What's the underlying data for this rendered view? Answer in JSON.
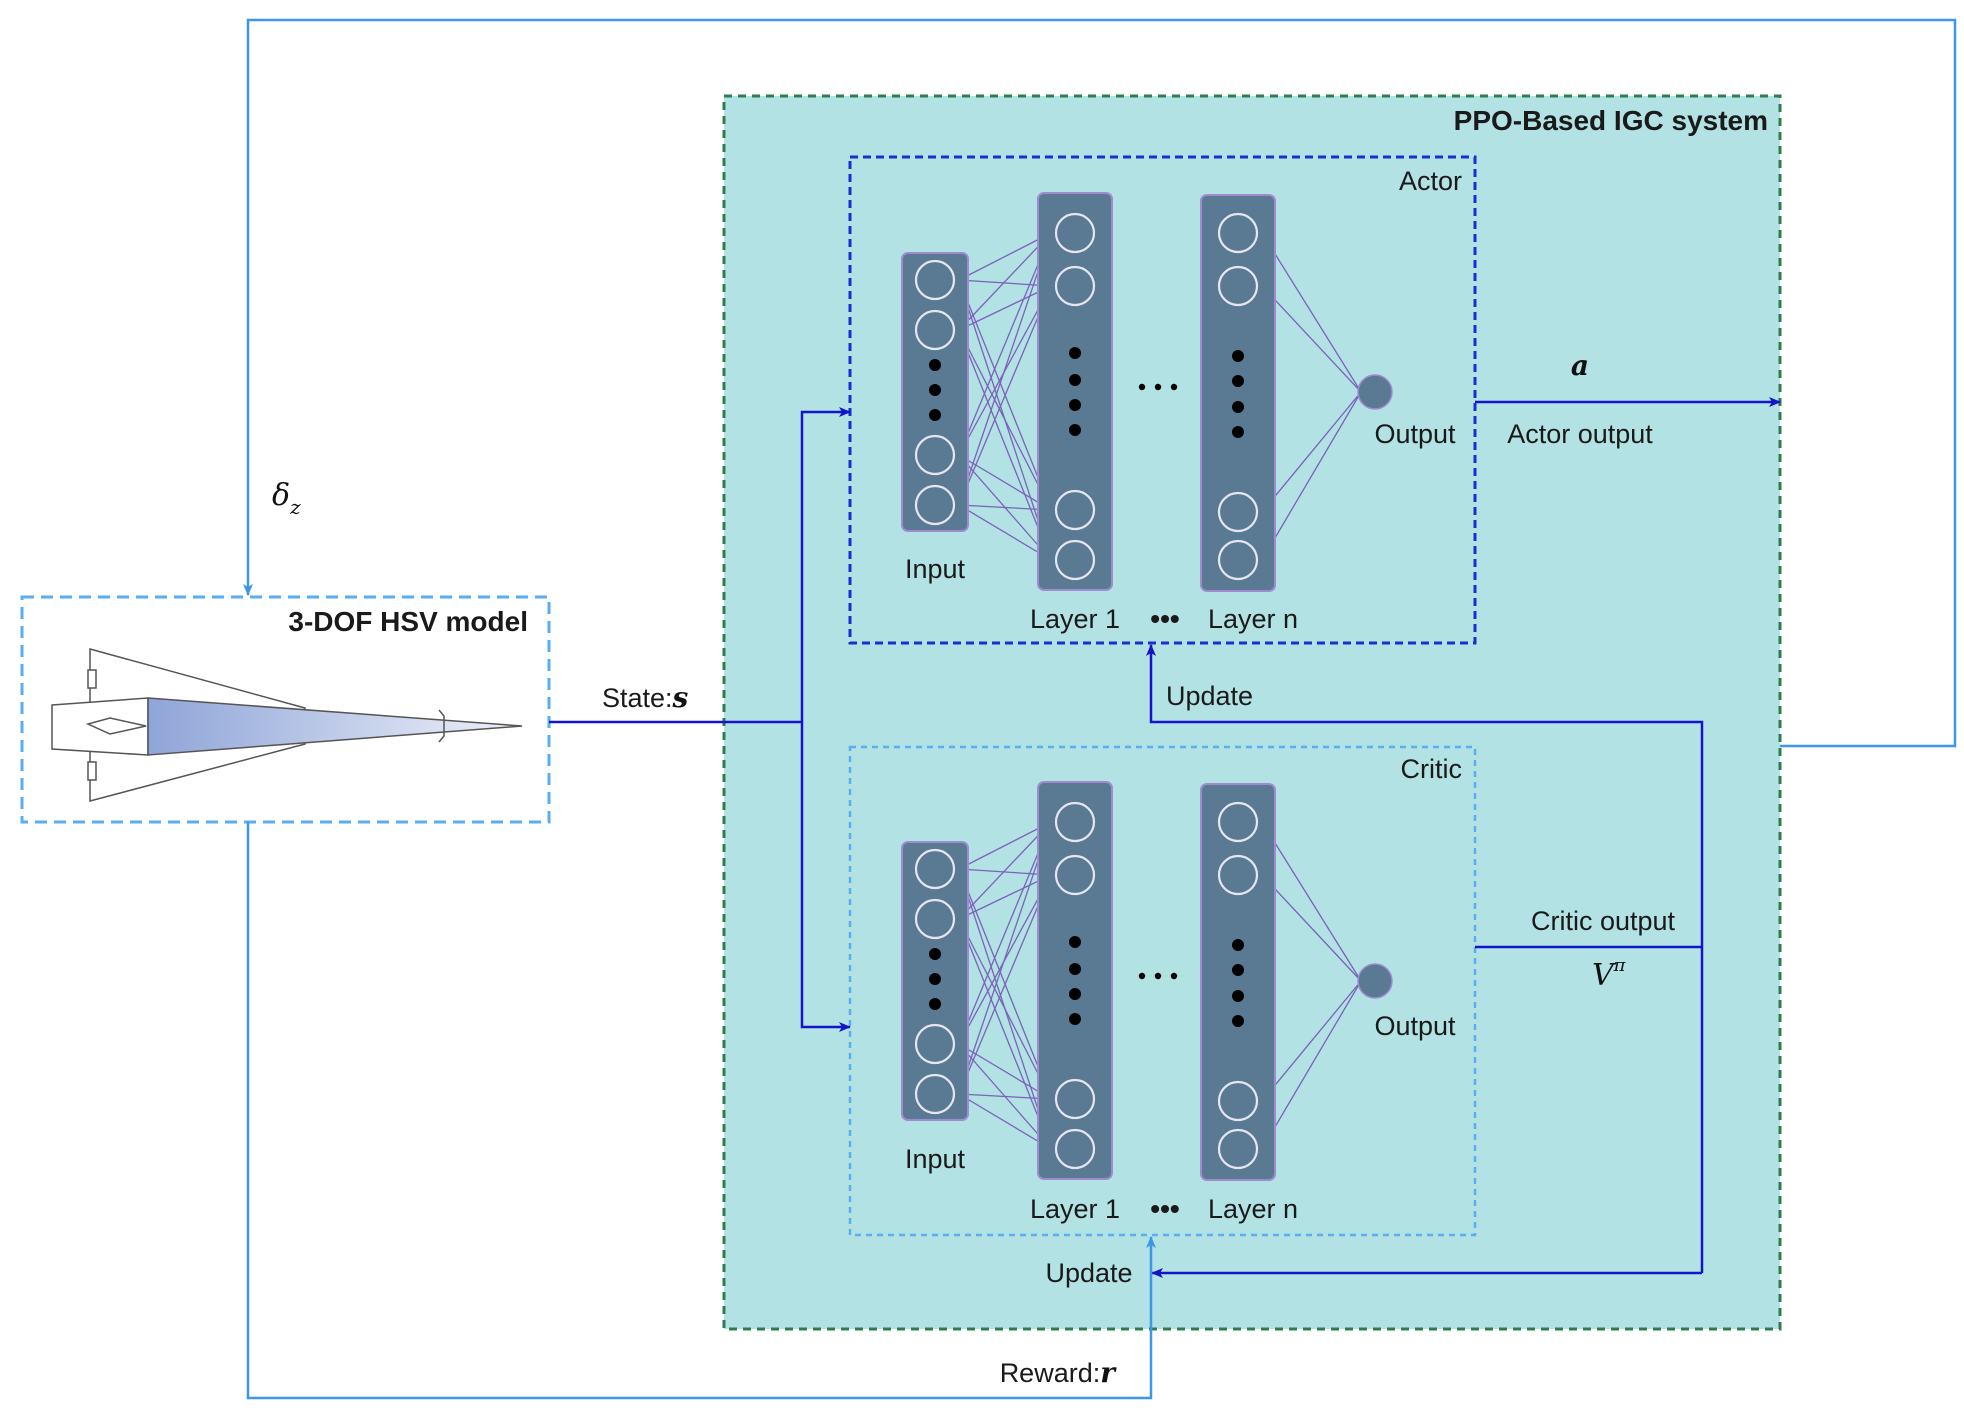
{
  "hsv_model": {
    "title": "3-DOF HSV model"
  },
  "system": {
    "title": "PPO-Based IGC system"
  },
  "actor": {
    "title": "Actor",
    "input_label": "Input",
    "layer1_label": "Layer 1",
    "layern_label": "Layer n",
    "output_label": "Output",
    "output_caption": "Actor output",
    "output_symbol": "a"
  },
  "critic": {
    "title": "Critic",
    "input_label": "Input",
    "layer1_label": "Layer 1",
    "layern_label": "Layer n",
    "output_label": "Output",
    "output_caption": "Critic output",
    "output_symbol": "V",
    "output_superscript": "π"
  },
  "signals": {
    "state_label": "State:",
    "state_symbol": "s",
    "reward_label": "Reward:",
    "reward_symbol": "r",
    "control_symbol": "δ",
    "control_subscript": "z",
    "actor_update": "Update",
    "critic_update": "Update",
    "between_dots": "•••"
  },
  "colors": {
    "system_fill": "#b2e2e4",
    "system_border": "#2e7d4f",
    "actor_border": "#1a2fcf",
    "critic_border": "#5aaef0",
    "hsv_border": "#5aaef0",
    "layer_fill": "#5a7a94",
    "layer_stroke": "#a08bd0",
    "connection": "#7a62b8",
    "dark_arrow": "#1414c8",
    "light_arrow": "#3d97e8"
  }
}
